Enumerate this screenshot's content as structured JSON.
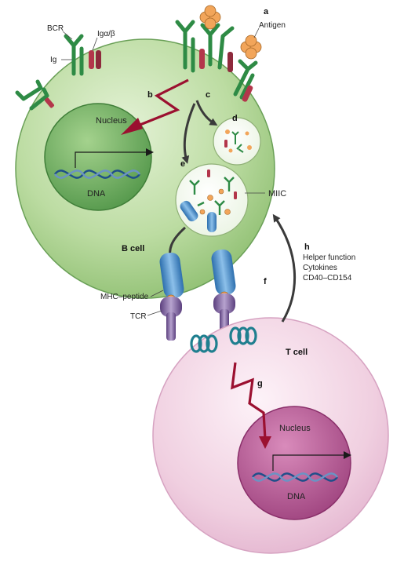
{
  "labels": {
    "bcr": "BCR",
    "ig_alpha_beta": "Igα/β",
    "ig": "Ig",
    "antigen": "Antigen",
    "nucleus_b": "Nucleus",
    "dna_b": "DNA",
    "miic": "MIIC",
    "b_cell": "B cell",
    "mhc_peptide": "MHC–peptide",
    "tcr": "TCR",
    "t_cell": "T cell",
    "nucleus_t": "Nucleus",
    "dna_t": "DNA",
    "helper_function": "Helper function",
    "cytokines": "Cytokines",
    "cd40": "CD40–CD154"
  },
  "step_letters": {
    "a": "a",
    "b": "b",
    "c": "c",
    "d": "d",
    "e": "e",
    "f": "f",
    "g": "g",
    "h": "h"
  },
  "colors": {
    "b_cell_fill": "#a9cf8e",
    "b_nucleus_fill": "#6fae62",
    "t_cell_fill": "#f1d3e3",
    "t_nucleus_fill": "#b0558e",
    "receptor_green": "#2e8b45",
    "ig_ab_red": "#b3364b",
    "signal_red": "#9b1030",
    "antigen_orange": "#f2a55a",
    "mhc_blue": "#3b86c8",
    "tcr_purple": "#7a5a9a",
    "cd3_teal": "#1f7f8f"
  }
}
